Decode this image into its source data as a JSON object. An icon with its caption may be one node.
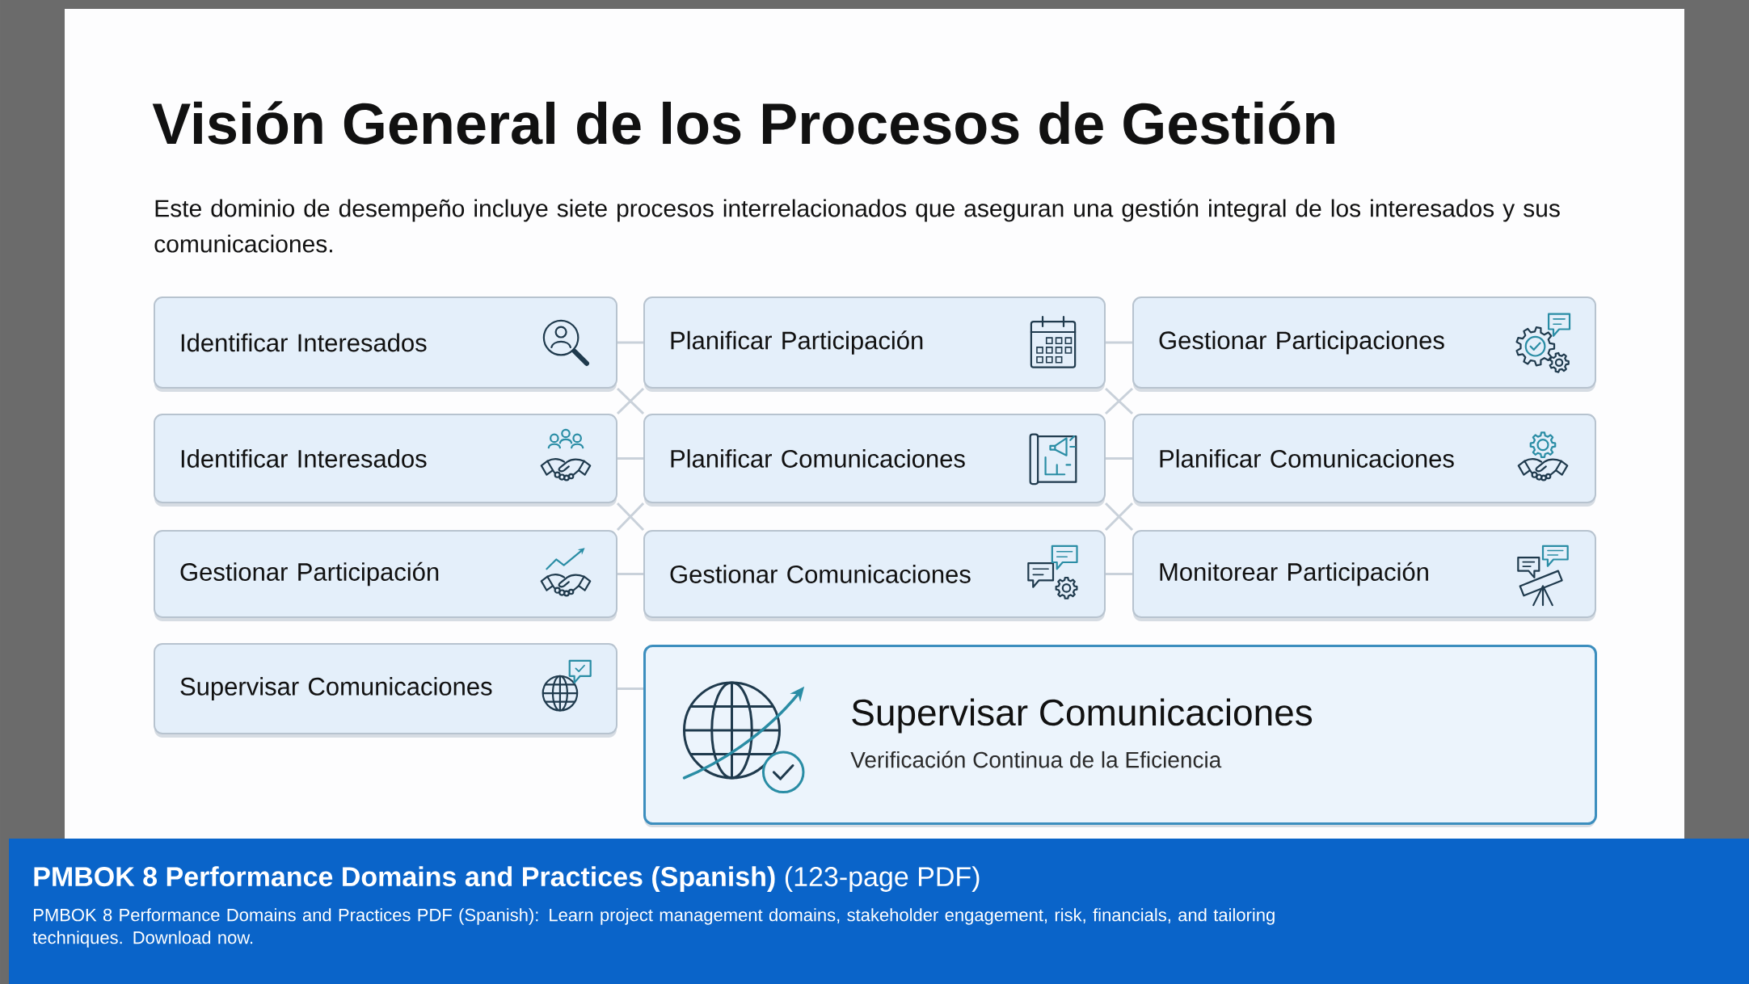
{
  "diagram": {
    "title": "Visión General de los Procesos de Gestión",
    "nodes": [
      {
        "text": [
          "Identificar Interesados"
        ]
      },
      {
        "text": [
          "Planificar Participación"
        ]
      },
      {
        "text": [
          "Gestionar Participaciones"
        ]
      },
      {
        "text": [
          "Identificar Interesados"
        ]
      },
      {
        "text": [
          "Planificar Comunicaciones"
        ]
      },
      {
        "text": [
          "Planificar Comunicaciones"
        ]
      },
      {
        "text": [
          "Gestionar Participación"
        ]
      },
      {
        "text": [
          "Gestionar Comunicaciones"
        ]
      },
      {
        "text": [
          "Monitorear Participación"
        ]
      },
      {
        "text": [
          "Supervisar Comunicaciones"
        ]
      },
      {
        "text": [
          "Supervisar Comunicaciones",
          "Verificación Continua de la Eficiencia"
        ]
      }
    ],
    "edges": [
      {
        "from": 0,
        "to": 1,
        "arrow": "none"
      },
      {
        "from": 1,
        "to": 2,
        "arrow": "none"
      },
      {
        "from": 0,
        "to": 4,
        "arrow": "none"
      },
      {
        "from": 3,
        "to": 1,
        "arrow": "none"
      },
      {
        "from": 1,
        "to": 5,
        "arrow": "none"
      },
      {
        "from": 4,
        "to": 2,
        "arrow": "none"
      },
      {
        "from": 3,
        "to": 4,
        "arrow": "none"
      },
      {
        "from": 4,
        "to": 5,
        "arrow": "none"
      },
      {
        "from": 3,
        "to": 7,
        "arrow": "none"
      },
      {
        "from": 6,
        "to": 4,
        "arrow": "none"
      },
      {
        "from": 4,
        "to": 8,
        "arrow": "none"
      },
      {
        "from": 7,
        "to": 5,
        "arrow": "none"
      },
      {
        "from": 6,
        "to": 7,
        "arrow": "none"
      },
      {
        "from": 7,
        "to": 8,
        "arrow": "none"
      },
      {
        "from": 9,
        "to": 10,
        "arrow": "none"
      }
    ],
    "labels": [
      "Este dominio de desempeño incluye siete procesos interrelacionados que aseguran una gestión integral de los interesados y sus comunicaciones.",
      "**PMBOK 8 Performance Domains and Practices (Spanish)** (123-page PDF)",
      "PMBOK 8 Performance Domains and Practices PDF (Spanish): Learn project management domains, stakeholder engagement, risk, financials, and tailoring techniques. Download now."
    ]
  }
}
